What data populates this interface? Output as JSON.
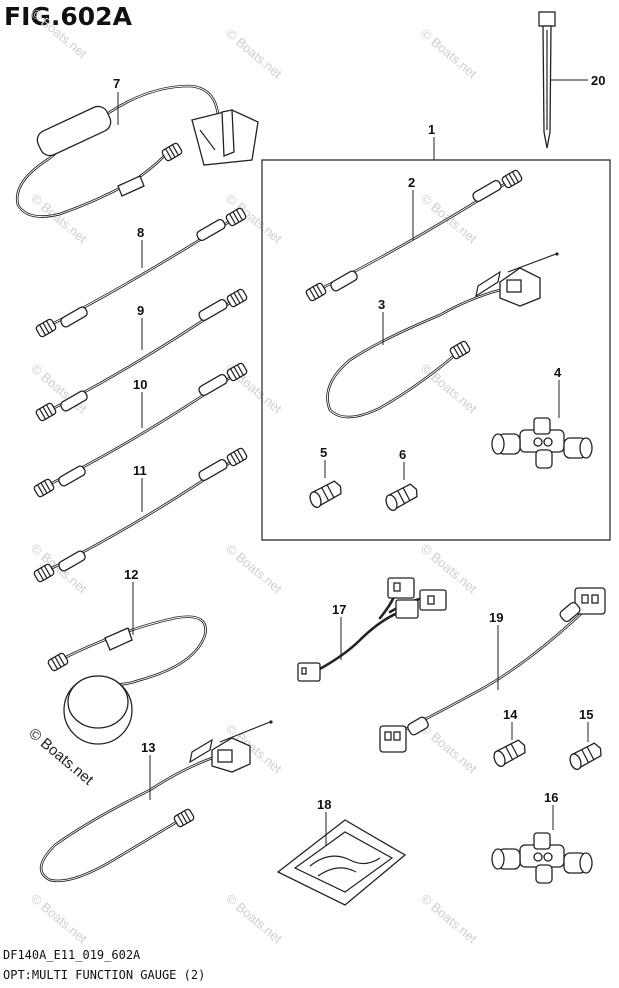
{
  "figure": {
    "title": "FIG.602A",
    "code": "DF140A_E11_019_602A",
    "caption": "OPT:MULTI FUNCTION GAUGE (2)"
  },
  "watermark": {
    "text": "© Boats.net",
    "emphasized_text": "© Boats.net"
  },
  "callouts": [
    "1",
    "2",
    "3",
    "4",
    "5",
    "6",
    "7",
    "8",
    "9",
    "10",
    "11",
    "12",
    "13",
    "14",
    "15",
    "16",
    "17",
    "18",
    "19",
    "20"
  ],
  "colors": {
    "line": "#222222",
    "watermark": "#cfcfcf",
    "background": "#ffffff"
  }
}
